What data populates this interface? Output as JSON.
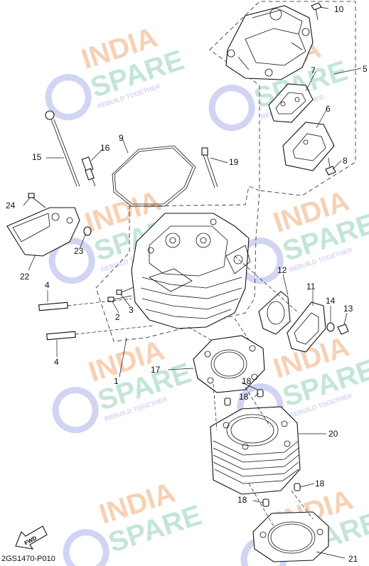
{
  "diagram": {
    "drawing_code": "2GS1470-P010",
    "direction_label": "FWD",
    "colors": {
      "line": "#111111",
      "watermark_orange": "#f6c9a8",
      "watermark_green": "#b9e2cf",
      "watermark_blue": "#c9cdf0"
    },
    "watermark": {
      "brand_line1": "INDIA",
      "brand_line2": "SPARE",
      "tagline": "REBUILD TOGETHER"
    },
    "callouts": {
      "c1": "1",
      "c2": "2",
      "c3": "3",
      "c4a": "4",
      "c4b": "4",
      "c5": "5",
      "c6": "6",
      "c7": "7",
      "c8": "8",
      "c9": "9",
      "c10": "10",
      "c11": "11",
      "c12": "12",
      "c13": "13",
      "c14": "14",
      "c15": "15",
      "c16": "16",
      "c17": "17",
      "c18a": "18",
      "c18b": "18",
      "c18c": "18",
      "c18d": "18",
      "c19": "19",
      "c20": "20",
      "c21": "21",
      "c22": "22",
      "c23": "23",
      "c24": "24"
    }
  }
}
